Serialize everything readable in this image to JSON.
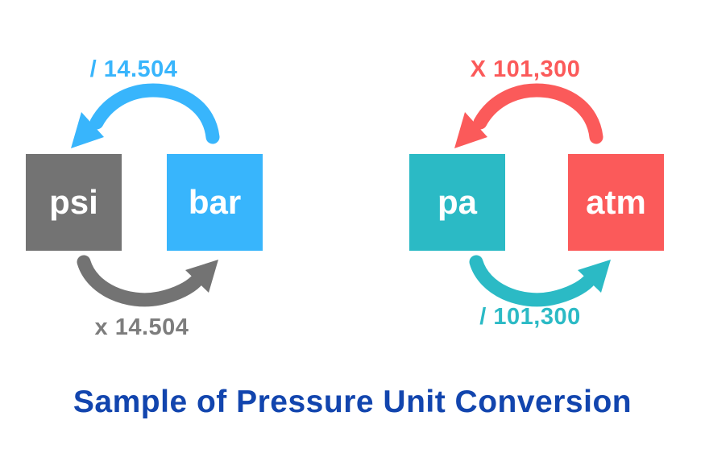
{
  "title": "Sample of Pressure Unit Conversion",
  "colors": {
    "gray": "#737373",
    "gray_text": "#7D7D7D",
    "sky_blue": "#38B5FC",
    "teal": "#2BBAC5",
    "coral": "#FB5A5A",
    "title_blue": "#1245AE",
    "box_text": "#FFFFFF"
  },
  "left_group": {
    "left_unit": "psi",
    "right_unit": "bar",
    "top_operation": "/ 14.504",
    "bottom_operation": "x 14.504"
  },
  "right_group": {
    "left_unit": "pa",
    "right_unit": "atm",
    "top_operation": "X 101,300",
    "bottom_operation": "/ 101,300"
  }
}
